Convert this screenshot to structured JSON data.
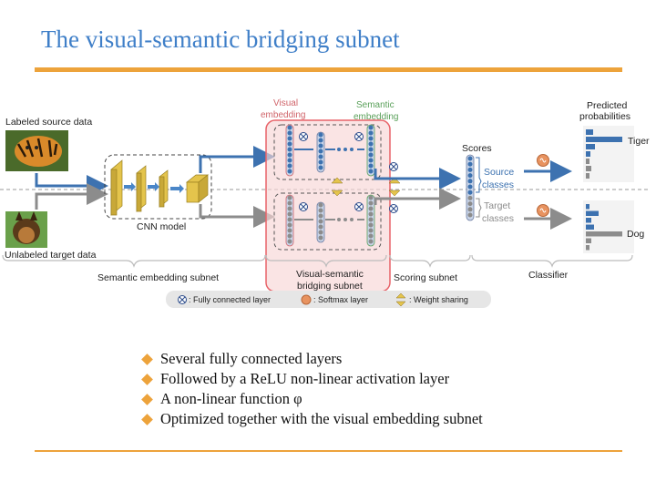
{
  "slide": {
    "title": "The visual-semantic bridging subnet",
    "bullets": [
      "Several fully connected layers",
      "Followed by a ReLU non-linear activation layer",
      "A non-linear function φ",
      "Optimized together with the visual embedding subnet"
    ]
  },
  "diagram": {
    "labeled_source": "Labeled source data",
    "unlabeled_target": "Unlabeled target data",
    "cnn_model": "CNN model",
    "visual_embedding": [
      "Visual",
      "embedding"
    ],
    "semantic_embedding": [
      "Semantic",
      "embedding"
    ],
    "scores": "Scores",
    "source_classes": [
      "Source",
      "classes"
    ],
    "target_classes": [
      "Target",
      "classes"
    ],
    "predicted_probabilities": [
      "Predicted",
      "probabilities"
    ],
    "tiger": "Tiger",
    "dog": "Dog",
    "semantic_embedding_subnet": "Semantic embedding subnet",
    "bridging_subnet": [
      "Visual-semantic",
      "bridging subnet"
    ],
    "scoring_subnet": "Scoring subnet",
    "classifier": "Classifier",
    "legend": {
      "fc": ": Fully connected layer",
      "softmax": ": Softmax layer",
      "weight_sharing": ": Weight sharing"
    },
    "colors": {
      "source_blue": "#3d72b0",
      "target_gray": "#8c8c8c",
      "cnn_yellow": "#e4c44c",
      "highlight_red": "#e8646a",
      "visual_red": "#d0646a",
      "semantic_green": "#5aa05a",
      "softmax_orange": "#e89360"
    },
    "icons": [
      "tiger-image",
      "dog-image",
      "fully-connected-icon",
      "softmax-icon",
      "weight-sharing-icon"
    ]
  }
}
